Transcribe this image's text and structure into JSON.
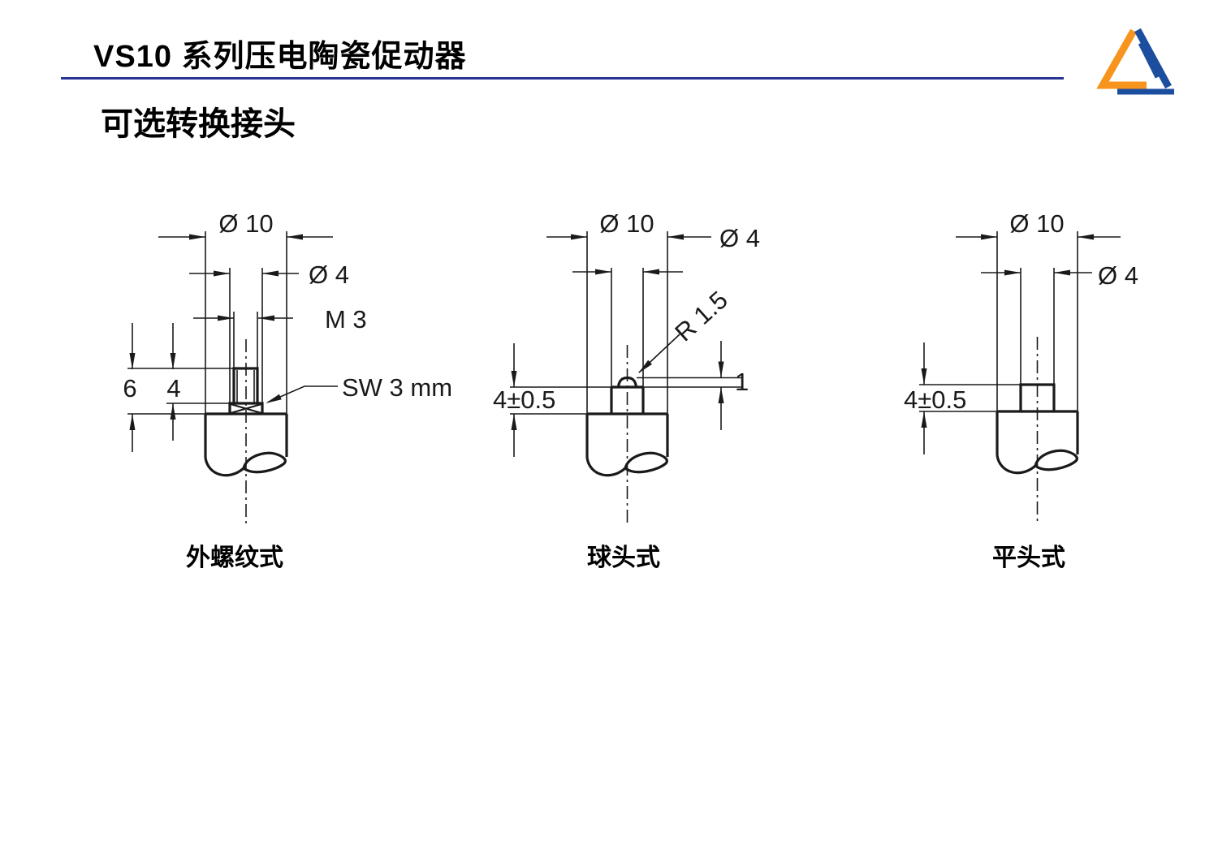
{
  "page": {
    "title": "VS10 系列压电陶瓷促动器",
    "subtitle": "可选转换接头",
    "rule_color": "#283593",
    "background_color": "#ffffff",
    "line_color": "#1a1a1a"
  },
  "logo": {
    "description": "triangle-delta-logo",
    "orange": "#F7941D",
    "blue": "#1B4E9E"
  },
  "drawings": [
    {
      "caption": "外螺纹式",
      "dims": {
        "d10": "Ø 10",
        "d4": "Ø 4",
        "m3": "M 3",
        "len6": "6",
        "len4": "4",
        "sw": "SW 3 mm"
      }
    },
    {
      "caption": "球头式",
      "dims": {
        "d10": "Ø 10",
        "d4": "Ø 4",
        "r": "R 1.5",
        "h1": "1",
        "h4": "4±0.5"
      }
    },
    {
      "caption": "平头式",
      "dims": {
        "d10": "Ø 10",
        "d4": "Ø 4",
        "h4": "4±0.5"
      }
    }
  ]
}
